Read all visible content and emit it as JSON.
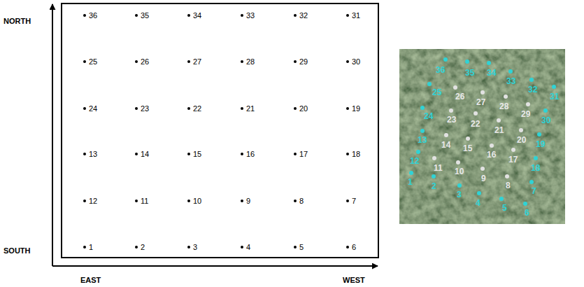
{
  "diagram": {
    "labels": [
      "NORTH",
      "SOUTH",
      "EAST",
      "WEST",
      "36",
      "35",
      "34",
      "33",
      "32",
      "31",
      "25",
      "26",
      "27",
      "28",
      "29",
      "30",
      "24",
      "23",
      "22",
      "21",
      "20",
      "19",
      "13",
      "14",
      "15",
      "16",
      "17",
      "18",
      "12",
      "11",
      "10",
      "9",
      "8",
      "7",
      "1",
      "2",
      "3",
      "4",
      "5",
      "6",
      "36",
      "35",
      "34",
      "33",
      "32",
      "31",
      "25",
      "26",
      "27",
      "28",
      "29",
      "30",
      "24",
      "23",
      "22",
      "21",
      "20",
      "19",
      "13",
      "14",
      "15",
      "16",
      "17",
      "18",
      "12",
      "11",
      "10",
      "9",
      "8",
      "7",
      "1",
      "2",
      "3",
      "4",
      "5",
      "6"
    ]
  }
}
